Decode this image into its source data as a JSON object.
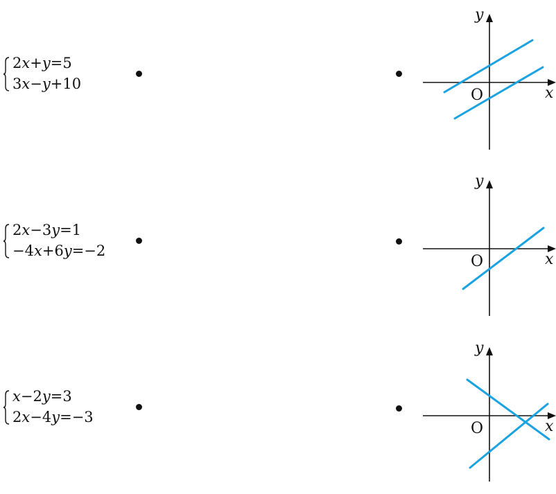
{
  "colors": {
    "line": "#1aa3e0",
    "ink": "#111111"
  },
  "systems": [
    {
      "eq1": "2x+y=5",
      "eq2": "3x−y+10"
    },
    {
      "eq1": "2x−3y=1",
      "eq2": "−4x+6y=−2"
    },
    {
      "eq1": "x−2y=3",
      "eq2": "2x−4y=−3"
    }
  ],
  "graphs": [
    {
      "x_label": "x",
      "y_label": "y",
      "origin_label": "O",
      "description": "two parallel lines"
    },
    {
      "x_label": "x",
      "y_label": "y",
      "origin_label": "O",
      "description": "one line"
    },
    {
      "x_label": "x",
      "y_label": "y",
      "origin_label": "O",
      "description": "two intersecting lines"
    }
  ]
}
